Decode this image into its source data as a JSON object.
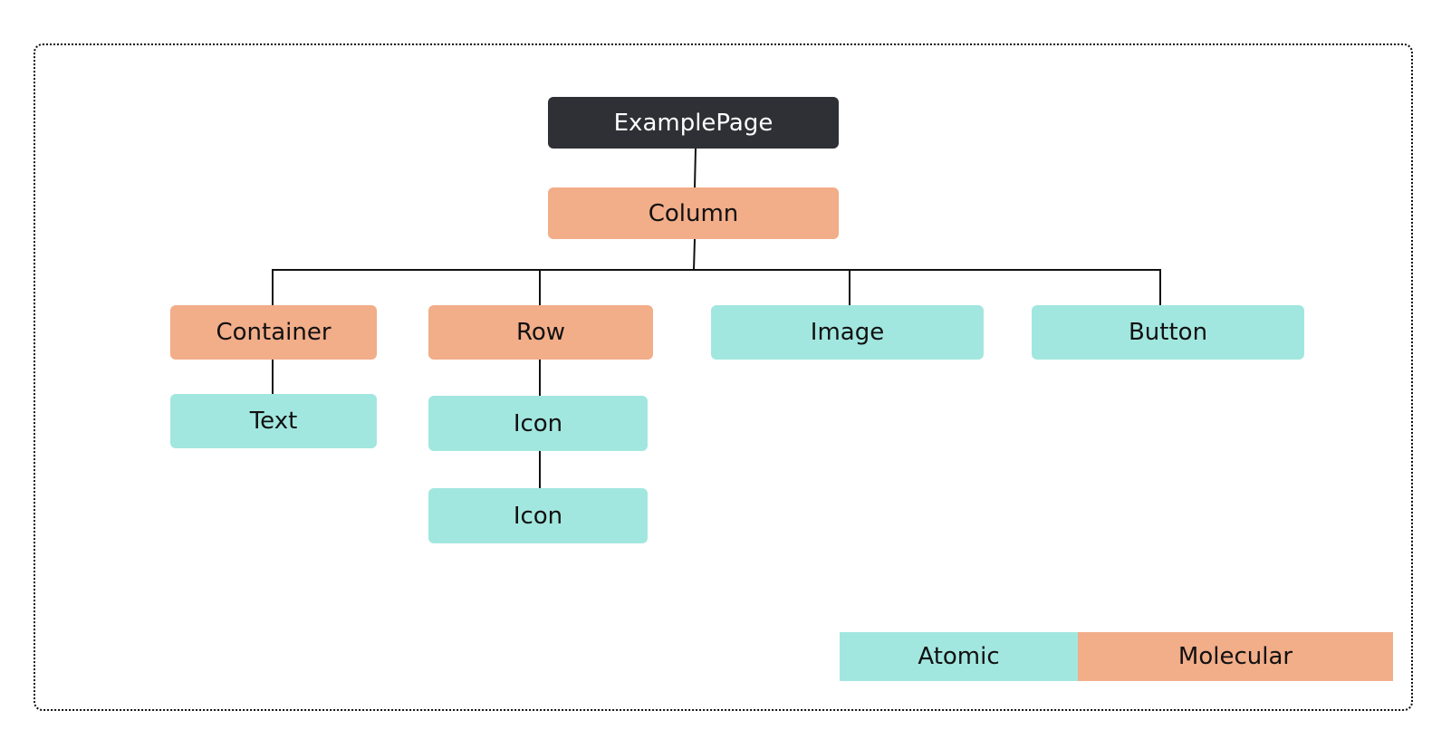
{
  "colors": {
    "root": "#2f3036",
    "molecular": "#f2ad89",
    "atomic": "#a2e7df",
    "line": "#111111",
    "frame": "#111111"
  },
  "nodes": {
    "example_page": "ExamplePage",
    "column": "Column",
    "container": "Container",
    "row": "Row",
    "image": "Image",
    "button": "Button",
    "text": "Text",
    "icon_1": "Icon",
    "icon_2": "Icon"
  },
  "legend": {
    "atomic": "Atomic",
    "molecular": "Molecular"
  }
}
